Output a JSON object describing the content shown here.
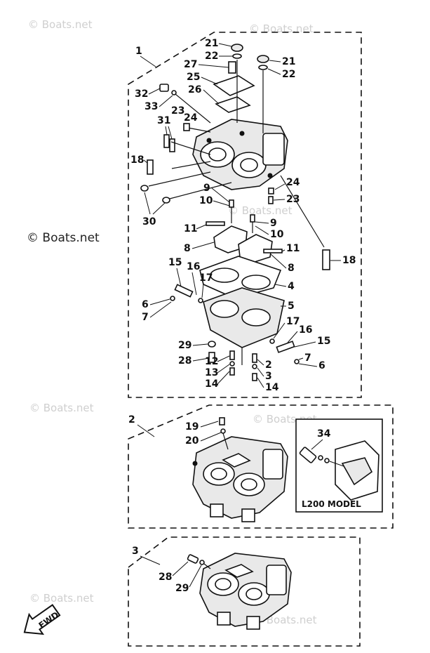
{
  "watermarks": {
    "text": "© Boats.net",
    "dark_text": "© Boats.net"
  },
  "sections": [
    {
      "label": "1"
    },
    {
      "label": "2"
    },
    {
      "label": "3"
    }
  ],
  "callouts": {
    "s1": [
      "21",
      "22",
      "27",
      "25",
      "26",
      "32",
      "33",
      "23",
      "24",
      "31",
      "18",
      "30",
      "9",
      "10",
      "11",
      "8",
      "15",
      "16",
      "17",
      "6",
      "7",
      "29",
      "28",
      "12",
      "13",
      "14",
      "21",
      "22",
      "24",
      "23",
      "18",
      "9",
      "10",
      "11",
      "8",
      "4",
      "5",
      "17",
      "16",
      "15",
      "7",
      "6",
      "2",
      "3",
      "14"
    ],
    "s2": [
      "19",
      "20",
      "34"
    ],
    "s3": [
      "28",
      "29"
    ]
  },
  "inset_caption": "L200 MODEL",
  "fwd_label": "FWD",
  "icons": [
    "fwd-arrow-icon"
  ]
}
